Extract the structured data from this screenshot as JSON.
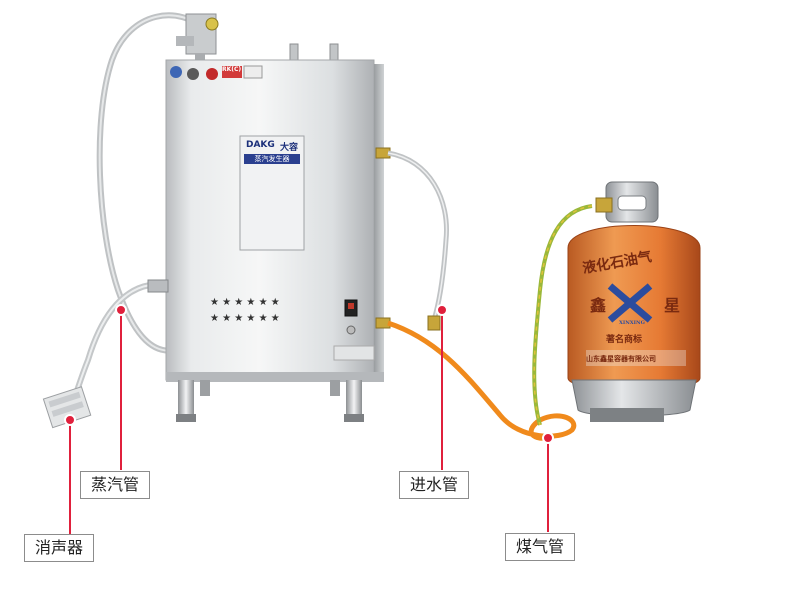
{
  "product": {
    "brand_logo": "DAKG",
    "brand_cn": "大容",
    "plate_title": "蒸汽发生器",
    "safety_label": "RK(C)"
  },
  "cylinder": {
    "wrap_text": [
      "液化石油气",
      "鑫",
      "星"
    ],
    "wrap_logo": "X",
    "wrap_small": "XINXING",
    "wrap_sub": "著名商标",
    "wrap_bottom": "山东鑫星容器有限公司"
  },
  "callouts": {
    "steam_pipe": "蒸汽管",
    "silencer": "消声器",
    "water_inlet": "进水管",
    "gas_pipe": "煤气管"
  },
  "colors": {
    "marker_red": "#e0203c",
    "hose_orange": "#f08a1c",
    "cover_orange": "#e8783a",
    "steel": "#cfd2d4"
  }
}
